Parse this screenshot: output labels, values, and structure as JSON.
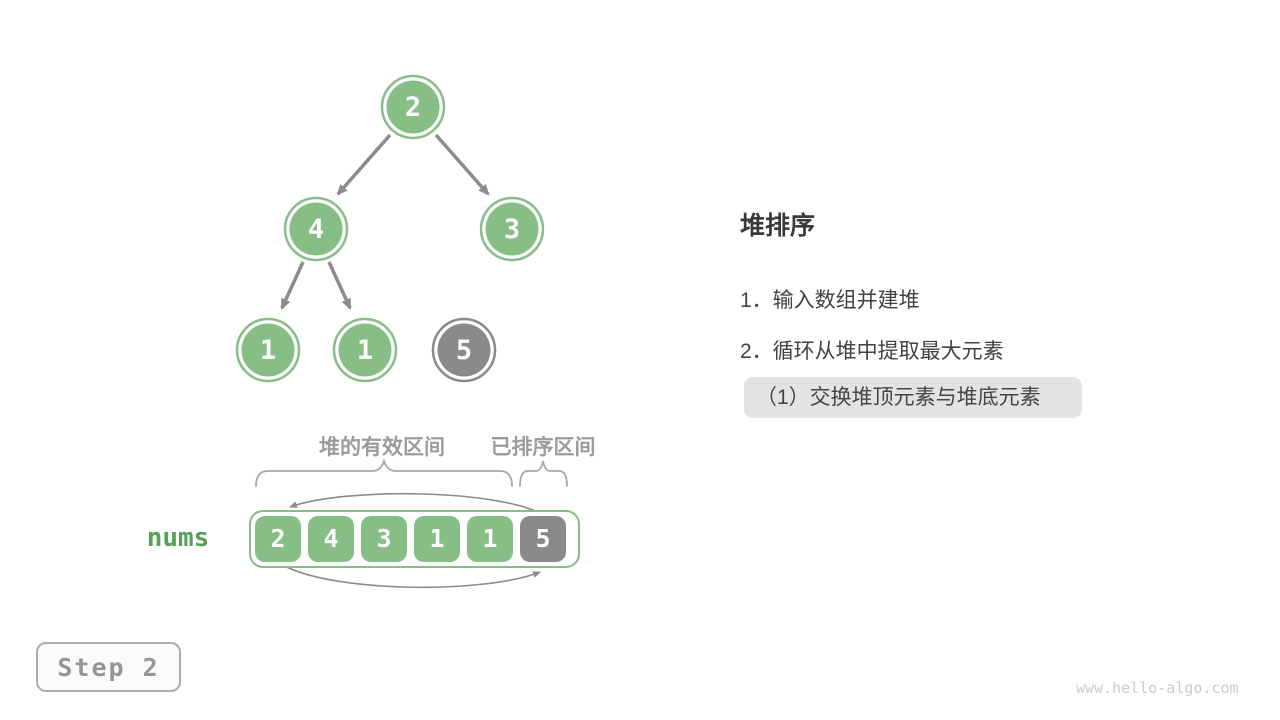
{
  "panel": {
    "title": "堆排序",
    "steps": [
      "1．输入数组并建堆",
      "2．循环从堆中提取最大元素"
    ],
    "substep": "（1）交换堆顶元素与堆底元素"
  },
  "tree": {
    "nodes": [
      {
        "value": "2",
        "state": "heap"
      },
      {
        "value": "4",
        "state": "heap"
      },
      {
        "value": "3",
        "state": "heap"
      },
      {
        "value": "1",
        "state": "heap"
      },
      {
        "value": "1",
        "state": "heap"
      },
      {
        "value": "5",
        "state": "sorted"
      }
    ],
    "edges": [
      [
        "2",
        "4"
      ],
      [
        "2",
        "3"
      ],
      [
        "4",
        "1"
      ],
      [
        "4",
        "1"
      ]
    ]
  },
  "array": {
    "label": "nums",
    "cells": [
      {
        "value": "2",
        "state": "heap"
      },
      {
        "value": "4",
        "state": "heap"
      },
      {
        "value": "3",
        "state": "heap"
      },
      {
        "value": "1",
        "state": "heap"
      },
      {
        "value": "1",
        "state": "heap"
      },
      {
        "value": "5",
        "state": "sorted"
      }
    ],
    "heap_region_label": "堆的有效区间",
    "sorted_region_label": "已排序区间",
    "swap_note": "swap head element with tail element (arrows between index 0 and index 5)"
  },
  "step_box": {
    "label": "Step 2"
  },
  "watermark": "www.hello-algo.com",
  "colors": {
    "node_green": "#86be85",
    "node_gray": "#8a8a8a",
    "arrow_gray": "#8c8c8c",
    "label_gray": "#9c9c9c",
    "nums_green": "#55a157",
    "substep_bg": "#e3e3e3",
    "text_dark": "#3a3a3a"
  }
}
